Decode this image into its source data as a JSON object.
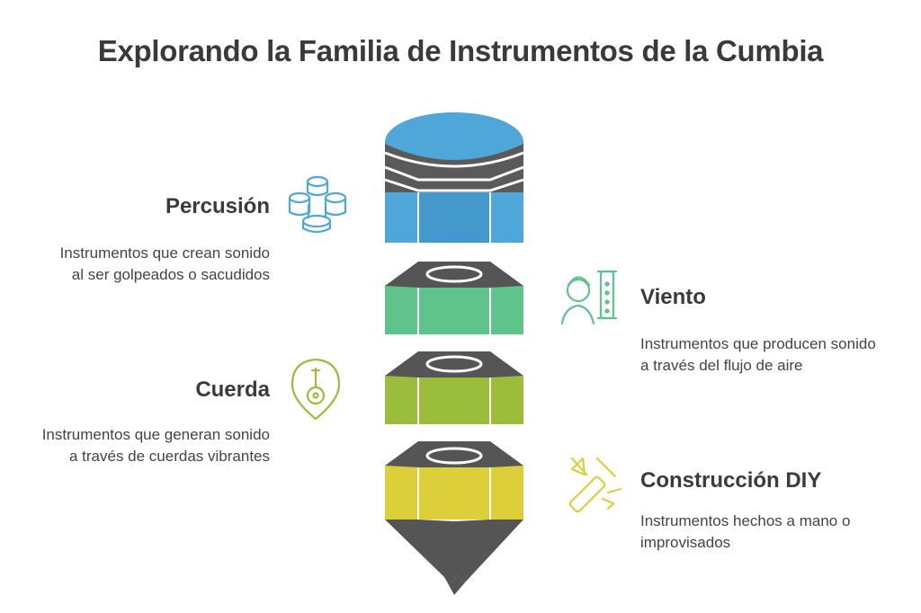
{
  "title": "Explorando la Familia de Instrumentos de la Cumbia",
  "colors": {
    "blue": "#4ea7d8",
    "blue_dark": "#3d8fc0",
    "green": "#5fc48b",
    "green_dark": "#4aa874",
    "olive": "#9bbd3c",
    "olive_dark": "#83a22e",
    "yellow": "#dccf3a",
    "yellow_dark": "#c4b72c",
    "gray": "#555555",
    "gray_light": "#6e6e6e"
  },
  "layers": [
    {
      "name": "Percusión",
      "description": "Instrumentos que crean sonido al ser golpeados o sacudidos",
      "icon": "drums-icon",
      "side": "left"
    },
    {
      "name": "Viento",
      "description": "Instrumentos que producen sonido a través del flujo de aire",
      "icon": "flute-player-icon",
      "side": "right"
    },
    {
      "name": "Cuerda",
      "description": "Instrumentos que generan sonido a través de cuerdas vibrantes",
      "icon": "guitar-pin-icon",
      "side": "left"
    },
    {
      "name": "Construcción DIY",
      "description": "Instrumentos hechos a mano o improvisados",
      "icon": "diy-flute-icon",
      "side": "right"
    }
  ]
}
